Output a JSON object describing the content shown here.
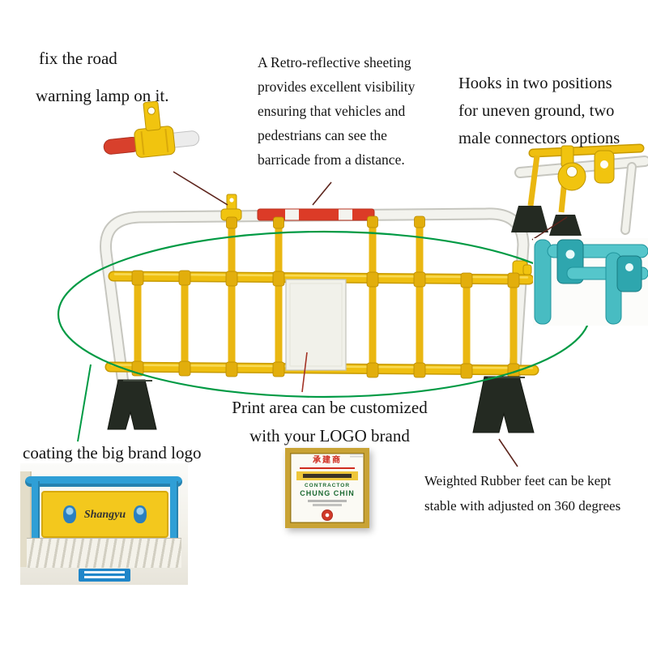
{
  "annotations": {
    "warning_lamp": {
      "line1": "fix the road",
      "line2": "warning lamp on it."
    },
    "reflective": {
      "lines": [
        "A Retro-reflective sheeting",
        "provides excellent visibility",
        "ensuring that vehicles and",
        "pedestrians can see the",
        "barricade from a distance."
      ]
    },
    "hooks": {
      "lines": [
        "Hooks in two positions",
        "for uneven ground, two",
        "male connectors options"
      ]
    },
    "print_area": {
      "line1": "Print area can be customized",
      "line2": "with your LOGO brand"
    },
    "brand_logo": {
      "text": "coating the big brand logo"
    },
    "rubber_feet": {
      "line1": "Weighted Rubber feet can be kept",
      "line2": "stable with adjusted on 360 degrees"
    }
  },
  "certificate": {
    "title": "承建商",
    "contractor_label": "CONTRACTOR",
    "contractor_name": "CHUNG CHIN"
  },
  "brand_photo": {
    "brand": "Shangyu"
  },
  "colors": {
    "barricade_yellow": "#efbf10",
    "frame_white": "#f3f3ee",
    "reflective_red": "#dc3b27",
    "annotation_green": "#009a44",
    "callout_dark": "#5d241c",
    "teal_connector": "#48bcc2",
    "foot_black": "#242a22",
    "certificate_gold": "#c9a335",
    "photo_blue": "#2f9fd6",
    "panel_yellow": "#f3c81d"
  }
}
